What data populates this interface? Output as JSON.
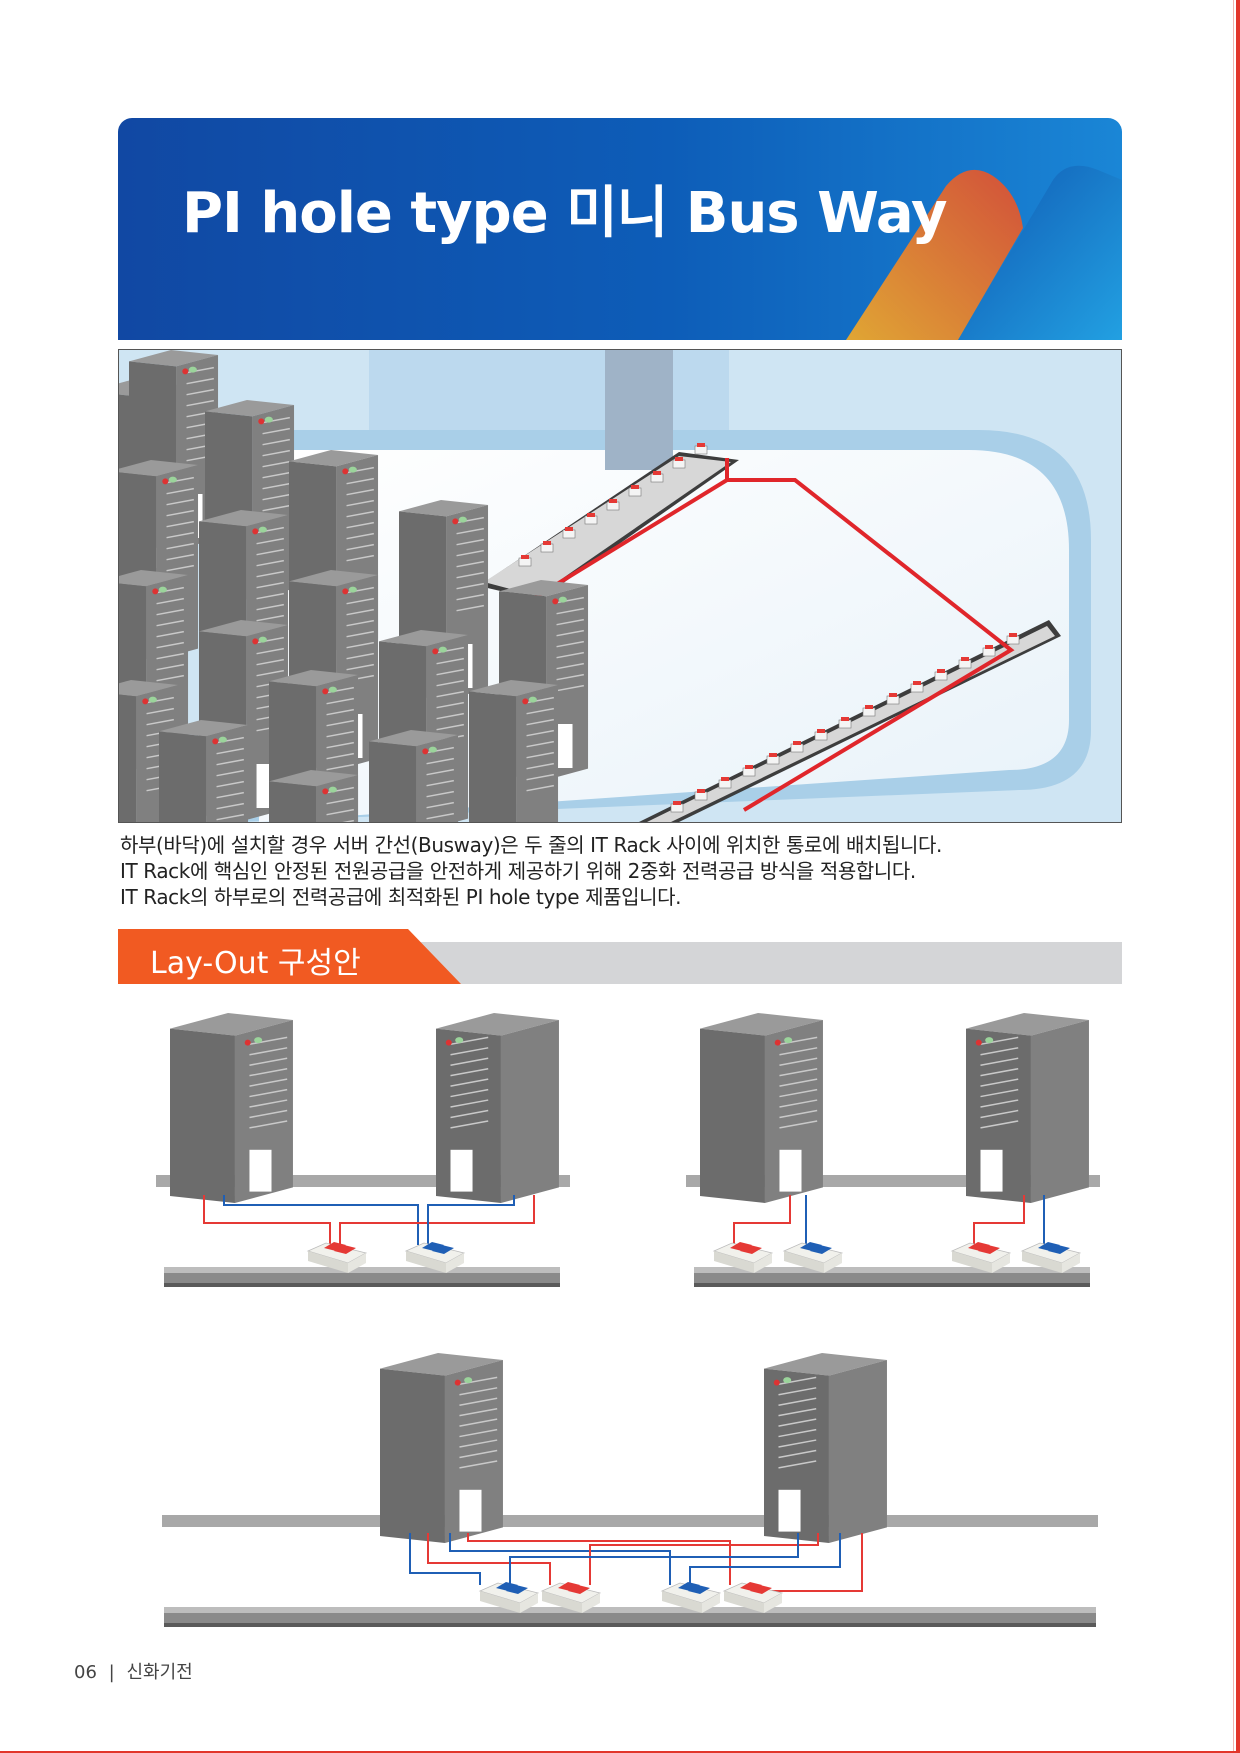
{
  "header": {
    "title": "PI hole type 미니 Bus Way"
  },
  "description": {
    "lines": [
      "하부(바닥)에 설치할 경우 서버 간선(Busway)은 두 줄의 IT Rack 사이에 위치한 통로에 배치됩니다.",
      "IT Rack에 핵심인 안정된 전원공급을 안전하게 제공하기 위해 2중화 전력공급 방식을 적용합니다.",
      "IT Rack의 하부로의 전력공급에 최적화된 PI hole type 제품입니다."
    ]
  },
  "section": {
    "title": "Lay-Out 구성안"
  },
  "footer": {
    "page": "06",
    "separator": "|",
    "company": "신화기전"
  },
  "colors": {
    "banner_blue": "#1148a3",
    "accent_orange": "#f15a22",
    "power_red": "#e53935",
    "power_blue": "#1f5fb5",
    "rack_gray": "#707070"
  }
}
